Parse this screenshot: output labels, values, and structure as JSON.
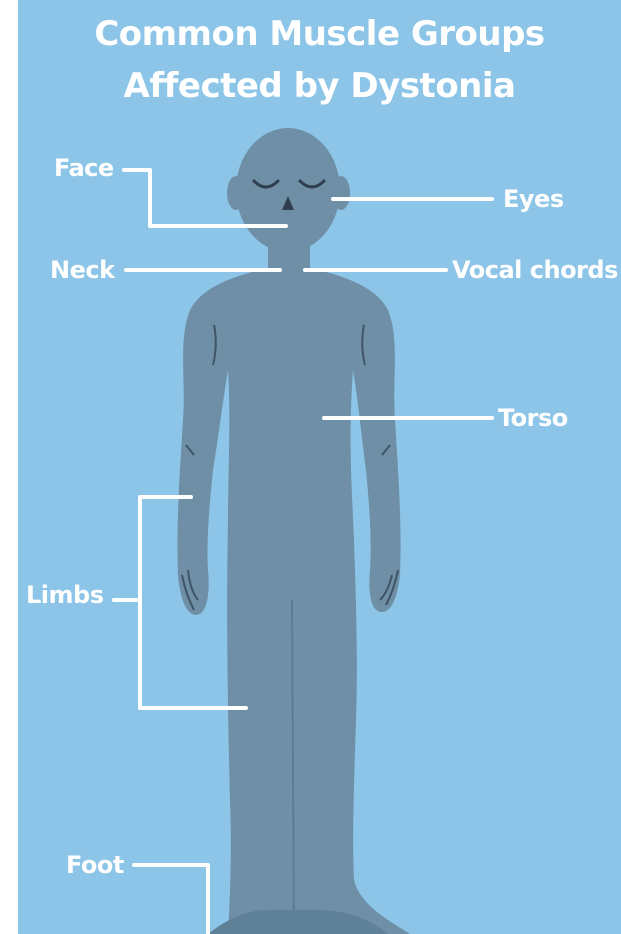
{
  "title": {
    "line1": "Common Muscle Groups",
    "line2": "Affected by Dystonia"
  },
  "labels": {
    "face": "Face",
    "eyes": "Eyes",
    "neck": "Neck",
    "vocal_chords": "Vocal chords",
    "torso": "Torso",
    "limbs": "Limbs",
    "foot": "Foot"
  },
  "colors": {
    "background": "#8cc5e7",
    "figure": "#6e8fa6",
    "figure_detail": "#3f5566",
    "text_and_lines": "#ffffff"
  }
}
